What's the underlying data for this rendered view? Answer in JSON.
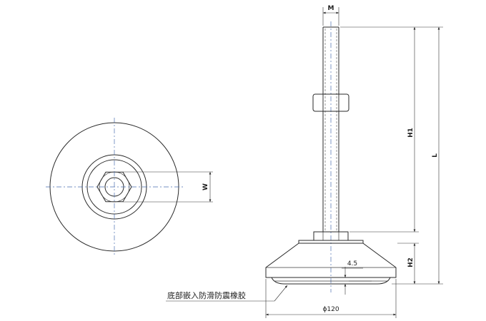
{
  "labels": {
    "m": "M",
    "w": "W",
    "h1": "H1",
    "h2": "H2",
    "l": "L",
    "gap": "4.5",
    "dia": "ϕ120",
    "note": "底部嵌入防滑防震橡胶"
  }
}
